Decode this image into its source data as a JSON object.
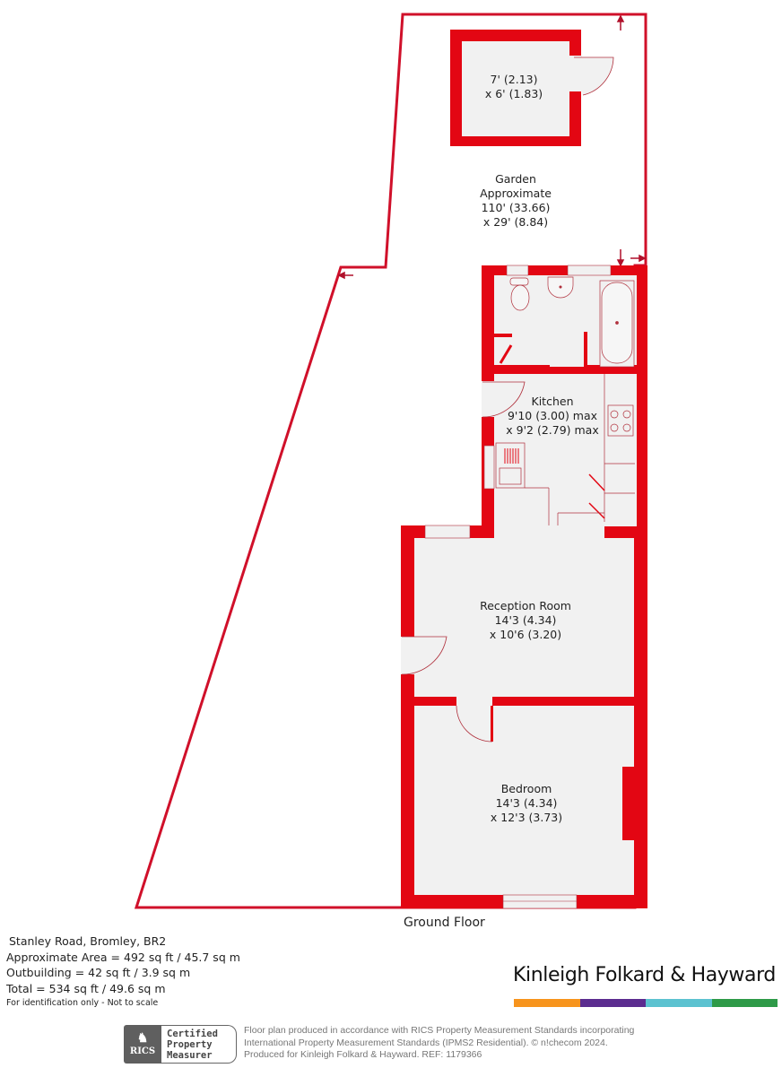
{
  "colors": {
    "wall": "#e30613",
    "boundary": "#d0102a",
    "floor": "#f1f1f1",
    "fixture_line": "#b0303c",
    "brand_orange": "#f7941d",
    "brand_purple": "#5b2c8f",
    "brand_teal": "#5bc2d0",
    "brand_green": "#2e9a48"
  },
  "rooms": [
    {
      "name": "outbuilding",
      "lines": [
        "7' (2.13)",
        "x 6' (1.83)"
      ]
    },
    {
      "name": "garden",
      "lines": [
        "Garden",
        "Approximate",
        "110' (33.66)",
        "x 29' (8.84)"
      ]
    },
    {
      "name": "kitchen",
      "lines": [
        "Kitchen",
        "9'10 (3.00) max",
        "x 9'2 (2.79) max"
      ]
    },
    {
      "name": "reception-room",
      "lines": [
        "Reception Room",
        "14'3 (4.34)",
        "x 10'6 (3.20)"
      ]
    },
    {
      "name": "bedroom",
      "lines": [
        "Bedroom",
        "14'3 (4.34)",
        "x 12'3 (3.73)"
      ]
    }
  ],
  "floor_title": "Ground Floor",
  "property": {
    "address": "Stanley Road, Bromley, BR2",
    "approx_area": "Approximate Area = 492 sq ft / 45.7 sq m",
    "outbuilding": "Outbuilding = 42 sq ft / 3.9  sq m",
    "total": "Total = 534 sq ft / 49.6 sq m",
    "disclaimer": "For identification only - Not to scale"
  },
  "brand": {
    "name": "Kinleigh Folkard & Hayward"
  },
  "rics": {
    "logo_text": "RICS",
    "cert_lines": [
      "Certified",
      "Property",
      "Measurer"
    ]
  },
  "footer": {
    "line1": "Floor plan produced in accordance with RICS Property Measurement Standards incorporating",
    "line2": "International Property Measurement Standards (IPMS2 Residential).   © n!checom 2024.",
    "line3": "Produced for Kinleigh Folkard & Hayward.   REF: 1179366"
  }
}
